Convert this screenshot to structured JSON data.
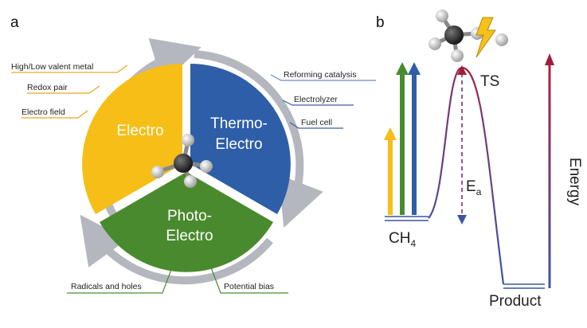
{
  "panel_a": {
    "letter": "a",
    "sectors": {
      "electro": "Electro",
      "thermo_line1": "Thermo-",
      "thermo_line2": "Electro",
      "photo_line1": "Photo-",
      "photo_line2": "Electro"
    },
    "left_callouts": [
      "High/Low valent metal",
      "Redox pair",
      "Electro field"
    ],
    "right_callouts": [
      "Reforming catalysis",
      "Electrolyzer",
      "Fuel cell"
    ],
    "bottom_callouts": [
      "Radicals and holes",
      "Potential bias"
    ],
    "colors": {
      "electro": "#F6BE16",
      "thermo": "#2E5EA8",
      "photo": "#4A8A2E",
      "ring_arrows": "#B4B7BE"
    }
  },
  "panel_b": {
    "letter": "b",
    "reactant": "CH",
    "reactant_sub": "4",
    "transition_state": "TS",
    "activation_energy": "E",
    "activation_energy_sub": "a",
    "product": "Product",
    "energy_axis": "Energy",
    "colors": {
      "yellow_arrow": "#F6BE16",
      "green_arrow": "#4A8A2E",
      "blue_arrow": "#2E5EA8",
      "curve_start": "#3C55A5",
      "curve_peak": "#B01E3C",
      "energy_axis_arrow": "#A01E3A",
      "lightning": "#F6C21A"
    }
  }
}
